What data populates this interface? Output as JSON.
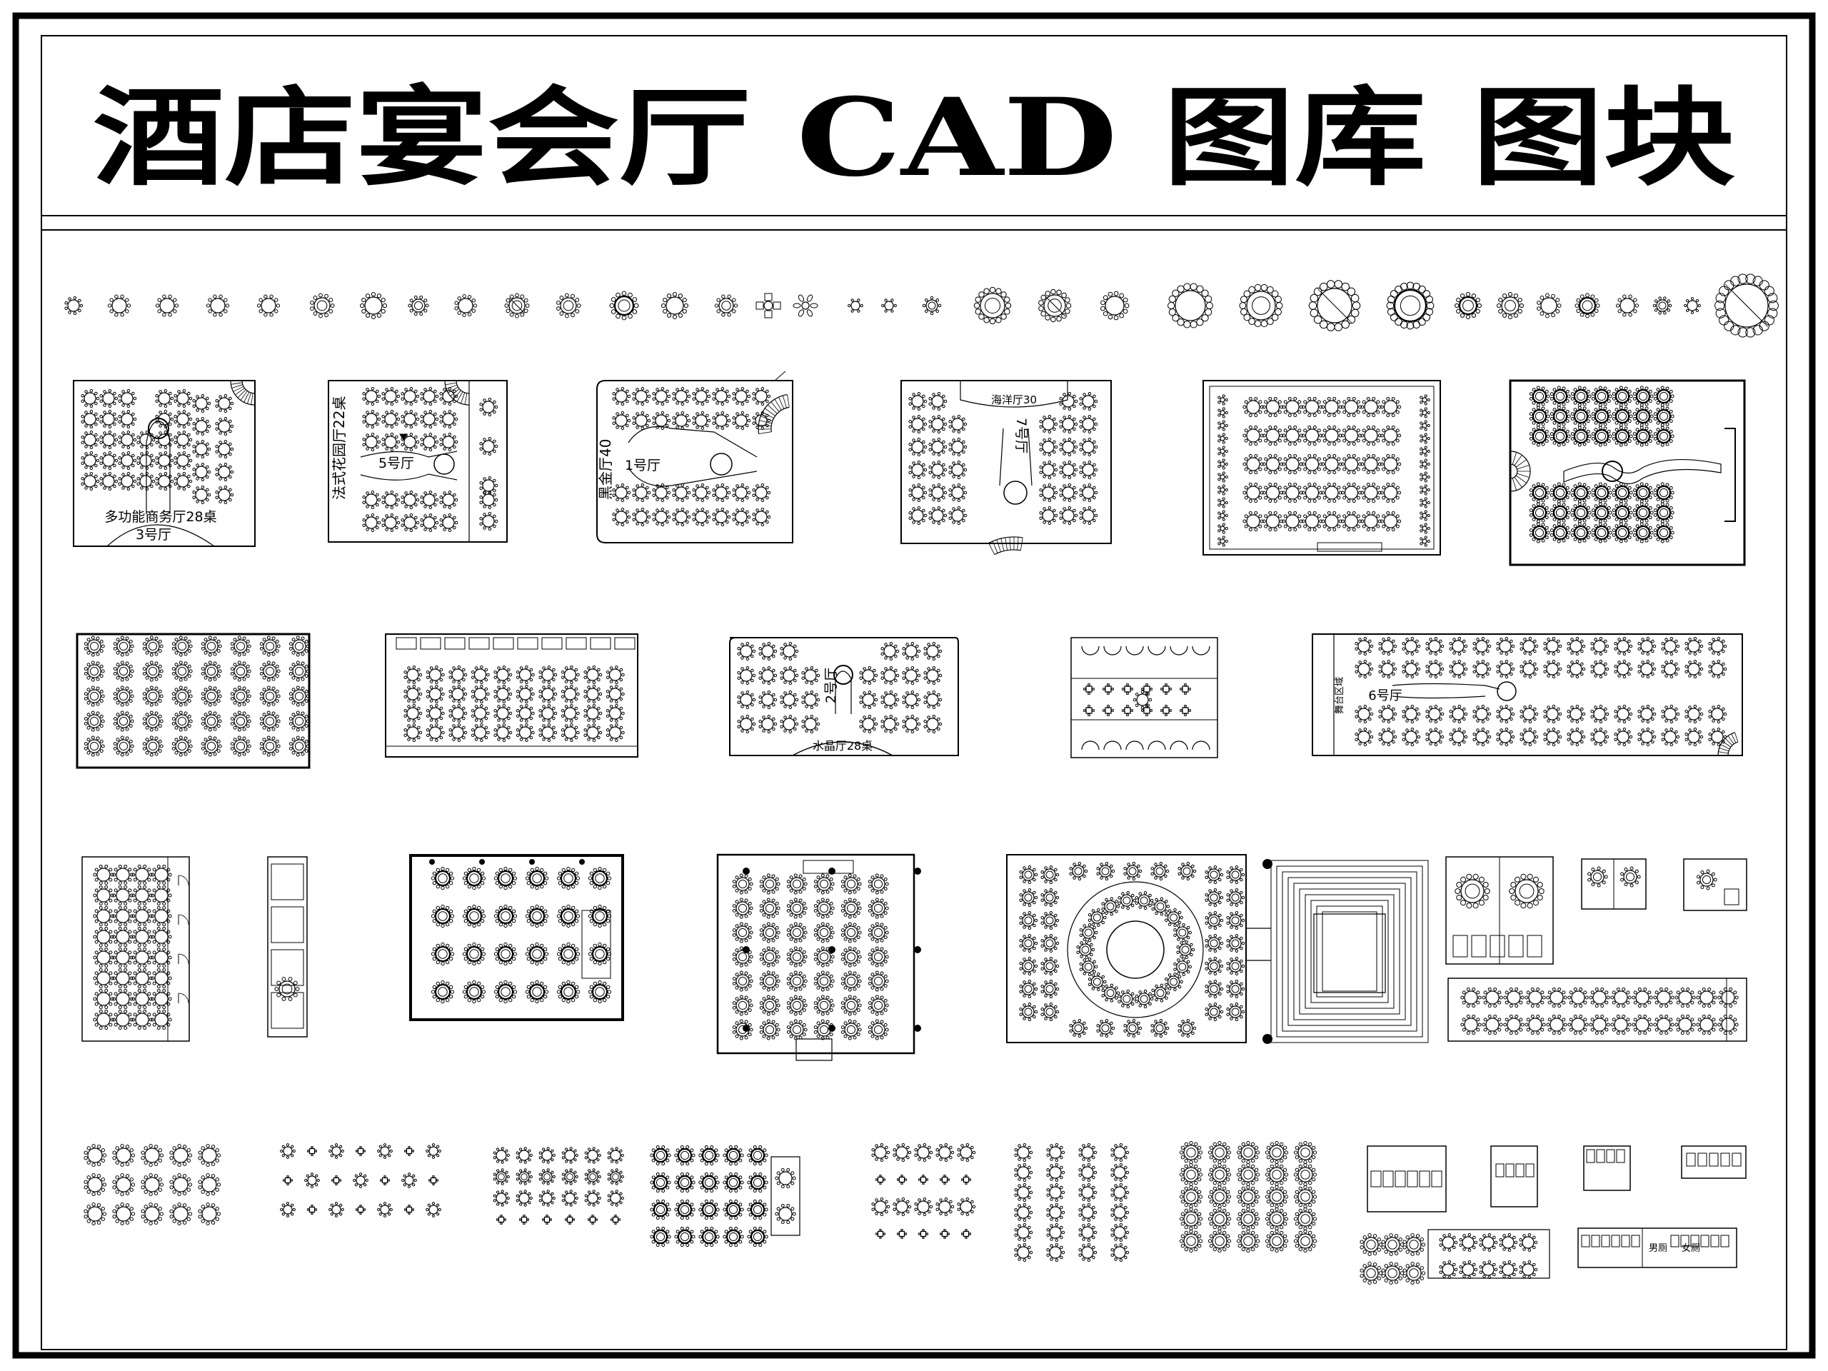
{
  "sheet": {
    "title": "酒店宴会厅 CAD 图库 图块"
  },
  "floor_plans": [
    {
      "id": "hall-3",
      "labels": [
        "多功能商务厅28桌",
        "3号厅"
      ]
    },
    {
      "id": "hall-5",
      "labels": [
        "法式花园厅22桌",
        "5号厅"
      ]
    },
    {
      "id": "hall-1",
      "labels": [
        "黑金厅40",
        "1号厅"
      ]
    },
    {
      "id": "hall-7",
      "labels": [
        "海洋厅30",
        "7号厅"
      ]
    },
    {
      "id": "hall-2",
      "labels": [
        "2号厅",
        "水晶厅28桌"
      ]
    },
    {
      "id": "hall-6",
      "labels": [
        "舞台区域",
        "6号厅"
      ]
    }
  ],
  "restroom_labels": {
    "men": "男厕",
    "women": "女厕"
  },
  "colors": {
    "ink": "#000000",
    "paper": "#ffffff"
  }
}
